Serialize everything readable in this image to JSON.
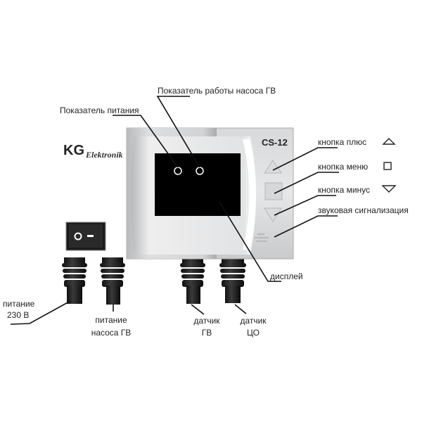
{
  "device": {
    "brand_logo": "KG Elektronik",
    "model": "CS-12"
  },
  "labels": {
    "pump_indicator": "Показатель работы насоса ГВ",
    "power_indicator": "Показатель питания",
    "plus_button": "кнопка плюс",
    "menu_button": "кнопка меню",
    "minus_button": "кнопка минус",
    "buzzer": "звуковая сигнализация",
    "display": "дисплей",
    "power_230_line1": "питание",
    "power_230_line2": "230 В",
    "pump_power_line1": "питание",
    "pump_power_line2": "насоса ГВ",
    "sensor_hw_line1": "датчик",
    "sensor_hw_line2": "ГВ",
    "sensor_ch_line1": "датчик",
    "sensor_ch_line2": "ЦО"
  },
  "legend_icons": [
    "triangle-up-icon",
    "square-icon",
    "triangle-down-icon"
  ]
}
